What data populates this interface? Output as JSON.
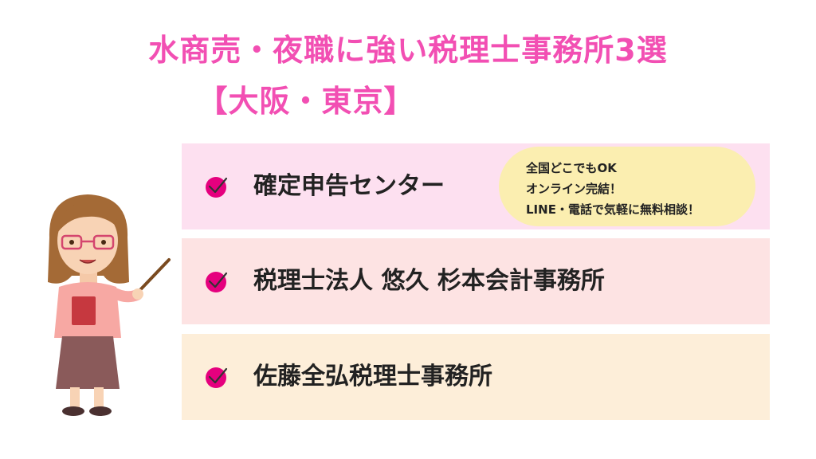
{
  "colors": {
    "title": "#f24fb3",
    "check": "#e5007e",
    "row1_bg": "#fde0f0",
    "row2_bg": "#fde3e3",
    "row3_bg": "#fdeed9",
    "bubble_bg": "#fbeeb0"
  },
  "title": {
    "line1": "水商売・夜職に強い税理士事務所3選",
    "line2": "【大阪・東京】"
  },
  "rows": [
    {
      "label": "確定申告センター",
      "icon": "check-circle-icon"
    },
    {
      "label": "税理士法人 悠久 杉本会計事務所",
      "icon": "check-circle-icon"
    },
    {
      "label": "佐藤全弘税理士事務所",
      "icon": "check-circle-icon"
    }
  ],
  "bubble": {
    "line1": "全国どこでもOK",
    "line2": "オンライン完結！",
    "line3": "LINE・電話で気軽に無料相談！"
  },
  "illustration": "teacher-with-pointer"
}
